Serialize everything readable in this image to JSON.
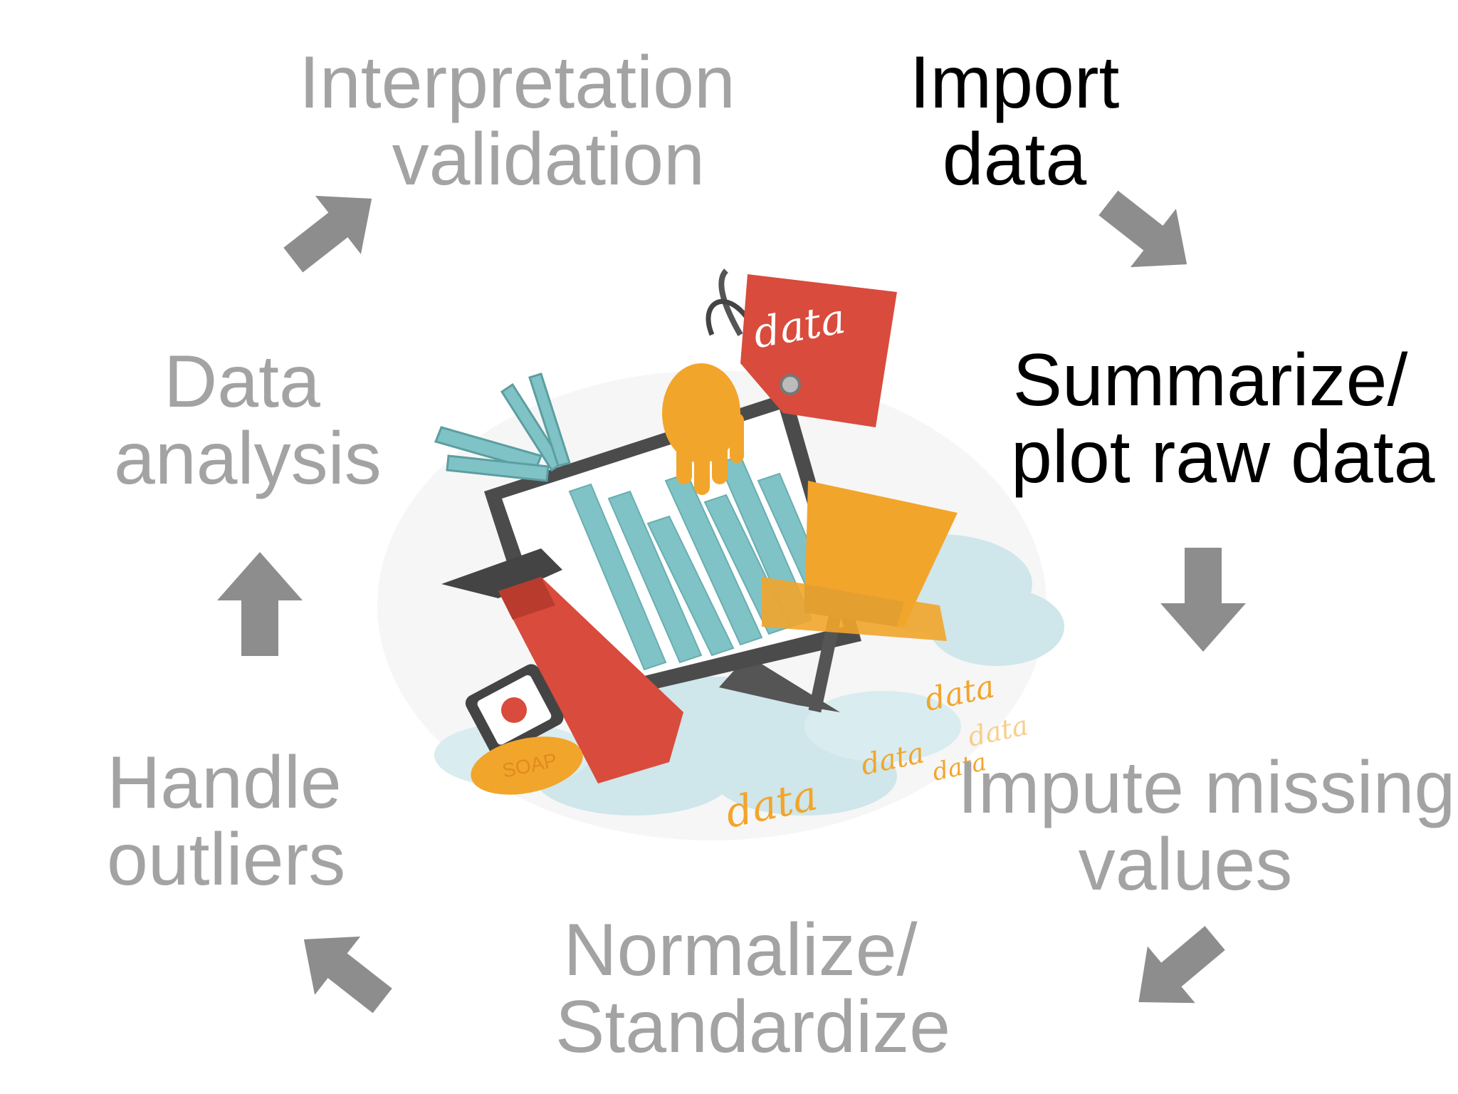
{
  "diagram": {
    "steps": [
      {
        "id": "import",
        "lines": [
          "Import",
          "data"
        ],
        "state": "active"
      },
      {
        "id": "summarize",
        "lines": [
          "Summarize/",
          "plot raw data"
        ],
        "state": "active"
      },
      {
        "id": "impute",
        "lines": [
          "Impute missing",
          "values"
        ],
        "state": "inactive"
      },
      {
        "id": "normalize",
        "lines": [
          "Normalize/",
          "Standardize"
        ],
        "state": "inactive"
      },
      {
        "id": "outliers",
        "lines": [
          "Handle",
          "outliers"
        ],
        "state": "inactive"
      },
      {
        "id": "analysis",
        "lines": [
          "Data",
          "analysis"
        ],
        "state": "inactive"
      },
      {
        "id": "interpretation",
        "lines": [
          "Interpretation",
          "validation"
        ],
        "state": "inactive"
      }
    ],
    "illustration": {
      "labels": [
        "data",
        "data",
        "data",
        "data",
        "data",
        "data"
      ],
      "soap_label": "SOAP"
    },
    "colors": {
      "active_text": "#000000",
      "inactive_text": "#a3a3a3",
      "arrow": "#8d8d8d",
      "bucket": "#d94b3c",
      "glove": "#f2a52b",
      "bars": "#7fc3c6",
      "monitor": "#4b4b4b",
      "cloud": "#cfe6ea"
    }
  }
}
